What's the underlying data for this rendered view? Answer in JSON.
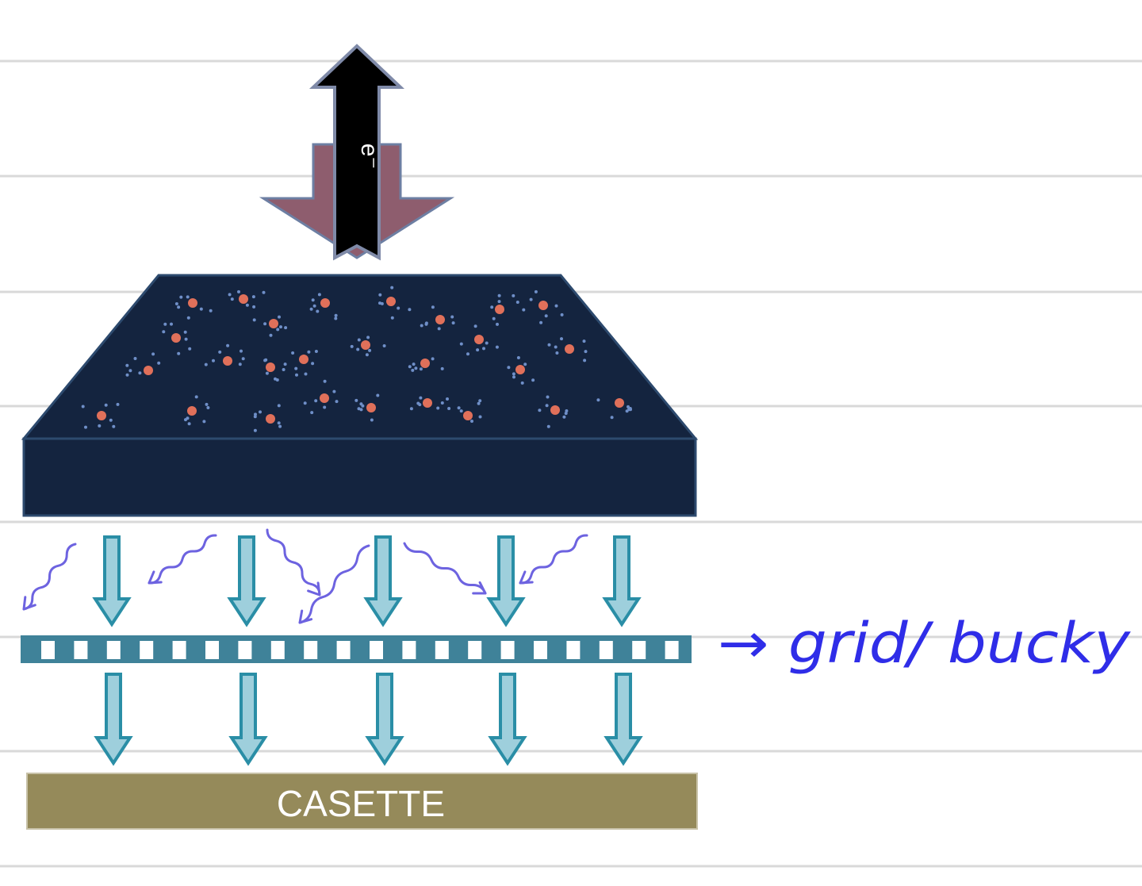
{
  "diagram": {
    "electron_label": "e⁻",
    "cassette_label": "CASETTE",
    "annotation": "→ grid/ bucky"
  },
  "colors": {
    "ruled_line": "#d9d9d9",
    "patient_block": "#14243f",
    "patient_edge": "#2d4a6e",
    "photon_dot": "#e0705a",
    "scatter_dot": "#6f8fc8",
    "xray_arrow_fill": "#9ecfdc",
    "xray_arrow_stroke": "#2a8ea6",
    "incoming_arrow": "#8e5d6e",
    "electron_arrow": "#000000",
    "grid_dark": "#3f8299",
    "cassette": "#958a5a",
    "scatter_line": "#6d63e0",
    "ink": "#2f2de8"
  }
}
